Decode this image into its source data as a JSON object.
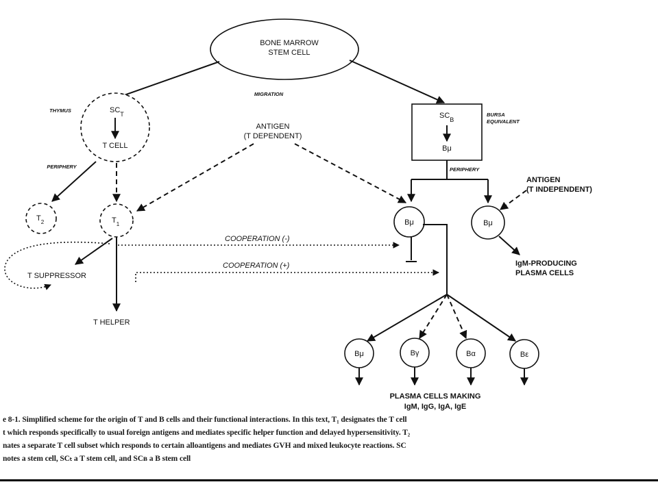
{
  "figure": {
    "nodes": {
      "bone_marrow": [
        "BONE MARROW",
        "STEM CELL"
      ],
      "thymus_label": "THYMUS",
      "sct": {
        "base": "SC",
        "sub": "T"
      },
      "t_cell": "T CELL",
      "periphery_left": "PERIPHERY",
      "migration": "MIGRATION",
      "antigen_t_dependent": [
        "ANTIGEN",
        "(T DEPENDENT)"
      ],
      "scb": {
        "base": "SC",
        "sub": "B"
      },
      "b_mu_bursa": "Bμ",
      "bursa_label": [
        "BURSA",
        "EQUIVALENT"
      ],
      "periphery_right": "PERIPHERY",
      "antigen_t_independent": [
        "ANTIGEN",
        "(T INDEPENDENT)"
      ],
      "t2": {
        "base": "T",
        "sub": "2"
      },
      "t1": {
        "base": "T",
        "sub": "1"
      },
      "b_mu_left": "Bμ",
      "b_mu_right": "Bμ",
      "cooperation_minus": "COOPERATION (-)",
      "cooperation_plus": "COOPERATION (+)",
      "t_suppressor": "T SUPPRESSOR",
      "t_helper": "T HELPER",
      "igm_plasma": [
        "IgM-PRODUCING",
        "PLASMA CELLS"
      ],
      "b_mu_out": "Bμ",
      "b_gamma": "Bγ",
      "b_alpha": "Bα",
      "b_epsilon": "Bε",
      "plasma_cells_making": [
        "PLASMA CELLS MAKING",
        "IgM, IgG, IgA, IgE"
      ]
    }
  },
  "caption": {
    "lines": [
      "e 8-1. Simplified scheme for the origin of T and B cells and their functional interactions. In this text, T₁ designates the T cell",
      "t which responds specifically to usual foreign antigens and mediates specific helper function and delayed hypersensitivity. T₂",
      "nates a separate T cell subset which responds to certain alloantigens and mediates GVH and mixed leukocyte reactions. SC",
      "notes a stem cell, SCₜ a T stem cell, and SCʙ a B stem cell"
    ]
  }
}
